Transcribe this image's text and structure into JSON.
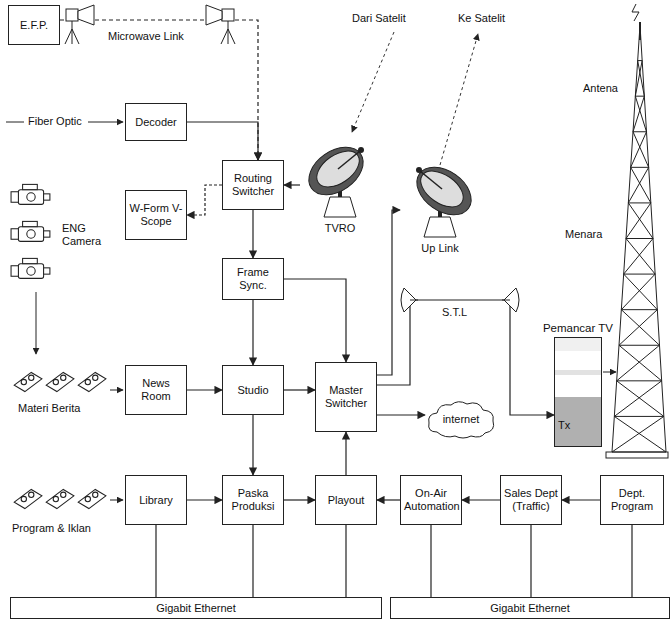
{
  "diagram": {
    "nodes": [
      {
        "text": [
          "E.F.P."
        ]
      },
      {
        "text": [
          "Decoder"
        ]
      },
      {
        "text": [
          "Routing Switcher"
        ]
      },
      {
        "text": [
          "TVRO"
        ]
      },
      {
        "text": [
          "Up Link"
        ]
      },
      {
        "text": [
          "W-Form V-Scope"
        ]
      },
      {
        "text": [
          "Frame Sync."
        ]
      },
      {
        "text": [
          "Pemancar TV",
          "Tx"
        ]
      },
      {
        "text": [
          "News Room"
        ]
      },
      {
        "text": [
          "Studio"
        ]
      },
      {
        "text": [
          "Master Switcher"
        ]
      },
      {
        "text": [
          "internet"
        ]
      },
      {
        "text": [
          "Library"
        ]
      },
      {
        "text": [
          "Paska Produksi"
        ]
      },
      {
        "text": [
          "Playout"
        ]
      },
      {
        "text": [
          "On-Air Automation"
        ]
      },
      {
        "text": [
          "Sales Dept (Traffic)"
        ]
      },
      {
        "text": [
          "Dept. Program"
        ]
      },
      {
        "text": [
          "Gigabit Ethernet"
        ]
      },
      {
        "text": [
          "Gigabit Ethernet"
        ]
      }
    ],
    "edges": [
      {
        "from": 0,
        "to": 2,
        "arrow": "to"
      },
      {
        "from": 1,
        "to": 2,
        "arrow": "to"
      },
      {
        "from": 2,
        "to": 5,
        "arrow": "to"
      },
      {
        "from": 3,
        "to": 2,
        "arrow": "to"
      },
      {
        "from": 2,
        "to": 6,
        "arrow": "to"
      },
      {
        "from": 6,
        "to": 9,
        "arrow": "to"
      },
      {
        "from": 6,
        "to": 10,
        "arrow": "to"
      },
      {
        "from": 8,
        "to": 9,
        "arrow": "to"
      },
      {
        "from": 9,
        "to": 10,
        "arrow": "to"
      },
      {
        "from": 10,
        "to": 4,
        "arrow": "to"
      },
      {
        "from": 10,
        "to": 7,
        "arrow": "to"
      },
      {
        "from": 10,
        "to": 11,
        "arrow": "to"
      },
      {
        "from": 9,
        "to": 13,
        "arrow": "to"
      },
      {
        "from": 12,
        "to": 13,
        "arrow": "to"
      },
      {
        "from": 13,
        "to": 14,
        "arrow": "to"
      },
      {
        "from": 14,
        "to": 10,
        "arrow": "to"
      },
      {
        "from": 15,
        "to": 14,
        "arrow": "to"
      },
      {
        "from": 16,
        "to": 15,
        "arrow": "to"
      },
      {
        "from": 17,
        "to": 16,
        "arrow": "to"
      },
      {
        "from": 12,
        "to": 18,
        "arrow": "none"
      },
      {
        "from": 13,
        "to": 18,
        "arrow": "none"
      },
      {
        "from": 14,
        "to": 18,
        "arrow": "none"
      },
      {
        "from": 15,
        "to": 19,
        "arrow": "none"
      },
      {
        "from": 16,
        "to": 19,
        "arrow": "none"
      },
      {
        "from": 17,
        "to": 19,
        "arrow": "none"
      }
    ],
    "labels": [
      "Microwave Link",
      "Fiber Optic",
      "Dari Satelit",
      "Ke Satelit",
      "Antena",
      "Menara",
      "ENG Camera",
      "S.T.L",
      "Materi Berita",
      "Program & Iklan"
    ]
  }
}
